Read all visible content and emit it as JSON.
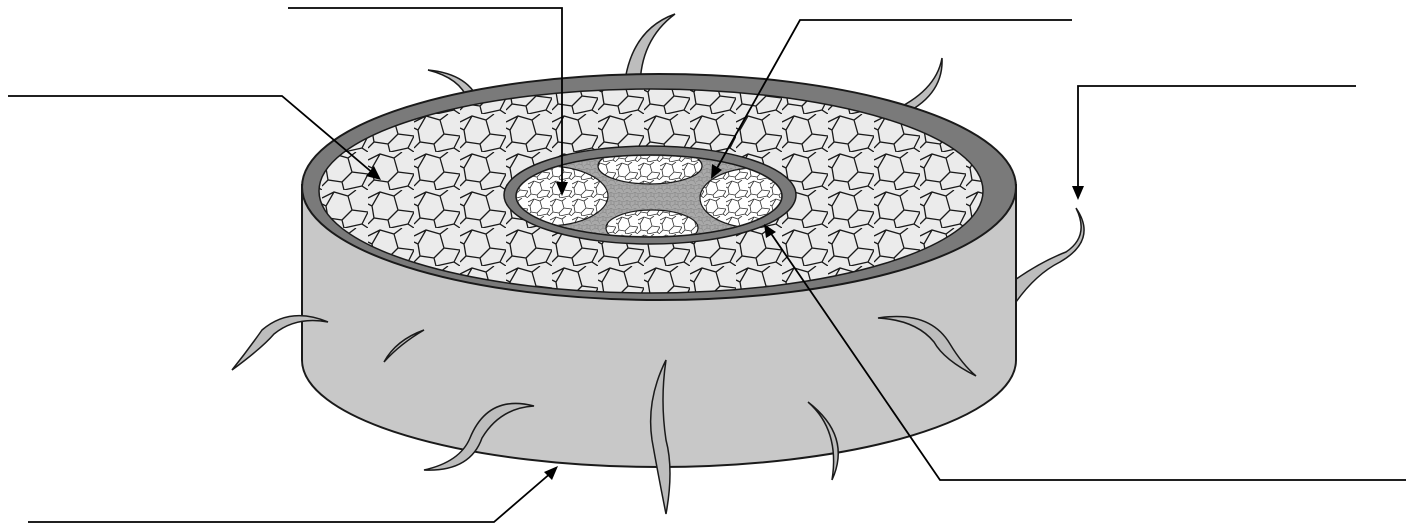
{
  "diagram": {
    "subject": "",
    "labels": [
      {
        "id": "xylem",
        "text": ""
      },
      {
        "id": "phloem",
        "text": ""
      },
      {
        "id": "cortex",
        "text": ""
      },
      {
        "id": "root-hair",
        "text": ""
      },
      {
        "id": "endodermis",
        "text": ""
      },
      {
        "id": "epidermis",
        "text": ""
      }
    ],
    "colors": {
      "outline": "#1a1a1a",
      "side": "#c8c8c8",
      "rim": "#7a7a7a",
      "cortex_cells": "#ebebeb",
      "stele": "#a9a9a9",
      "xylem_cells": "#ffffff",
      "root_hair": "#bdbdbd"
    }
  }
}
